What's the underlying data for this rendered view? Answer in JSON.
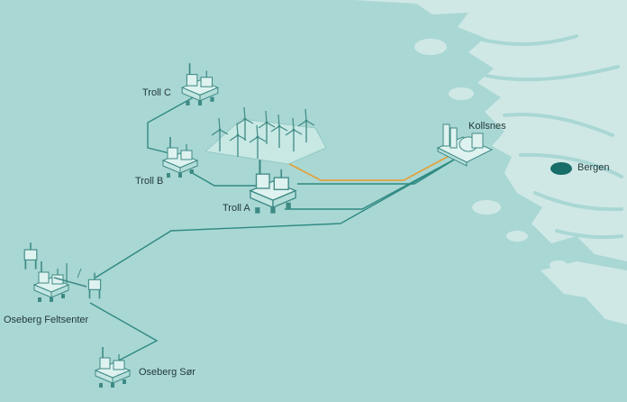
{
  "colors": {
    "sea": "#a9d7d4",
    "land": "#cfe8e6",
    "pipeline": "#2f8a82",
    "power_cable": "#e2a23c",
    "structure_fill": "#def2ef",
    "structure_stroke": "#3e8a85",
    "bergen_marker": "#176d67",
    "label_text": "#23393a"
  },
  "labels": {
    "troll_c": "Troll C",
    "troll_b": "Troll B",
    "troll_a": "Troll A",
    "kollsnes": "Kollsnes",
    "bergen": "Bergen",
    "oseberg_feltsenter": "Oseberg Feltsenter",
    "oseberg_sor": "Oseberg Sør"
  },
  "icons": {
    "platform": "offshore-platform-icon",
    "wind_farm": "wind-turbine-icon",
    "terminal": "gas-terminal-icon",
    "city": "city-marker-icon"
  }
}
